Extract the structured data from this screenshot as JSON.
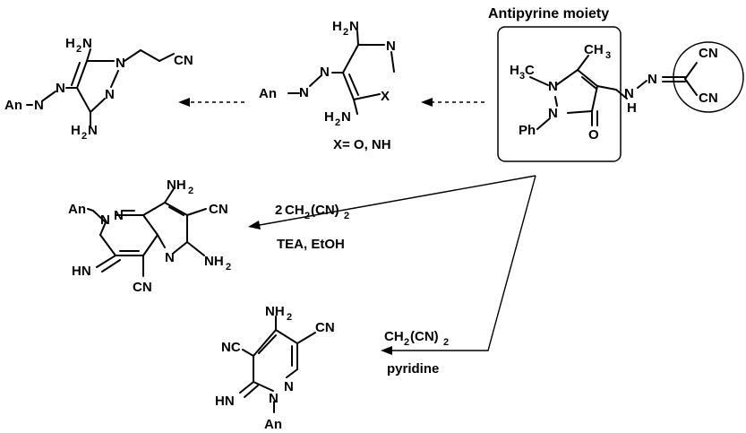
{
  "top": {
    "title": "Antipyrine moiety",
    "x_note": "X= O, NH"
  },
  "conditions": {
    "mid_reagent_2": "2",
    "mid_reagent_ch": "CH",
    "mid_reagent_sub2": "2",
    "mid_reagent_cn": "(CN)",
    "mid_reagent_sub2b": "2",
    "mid_solvent": "TEA, EtOH",
    "bot_reagent_ch": "CH",
    "bot_reagent_sub2": "2",
    "bot_reagent_cn": "(CN)",
    "bot_reagent_sub2b": "2",
    "bot_solvent": "pyridine"
  },
  "labels": {
    "nh2": "NH",
    "sub2": "2",
    "cn": "CN",
    "nc": "NC",
    "n": "N",
    "nn": "N",
    "hn": "HN",
    "an": "An",
    "x": "X",
    "h3c_h": "H",
    "h3c_c": "C",
    "sub3": "3",
    "ch3_c": "CH",
    "ph": "Ph",
    "o": "O",
    "h": "H",
    "h2n_h": "H",
    "h2n_n": "N"
  }
}
